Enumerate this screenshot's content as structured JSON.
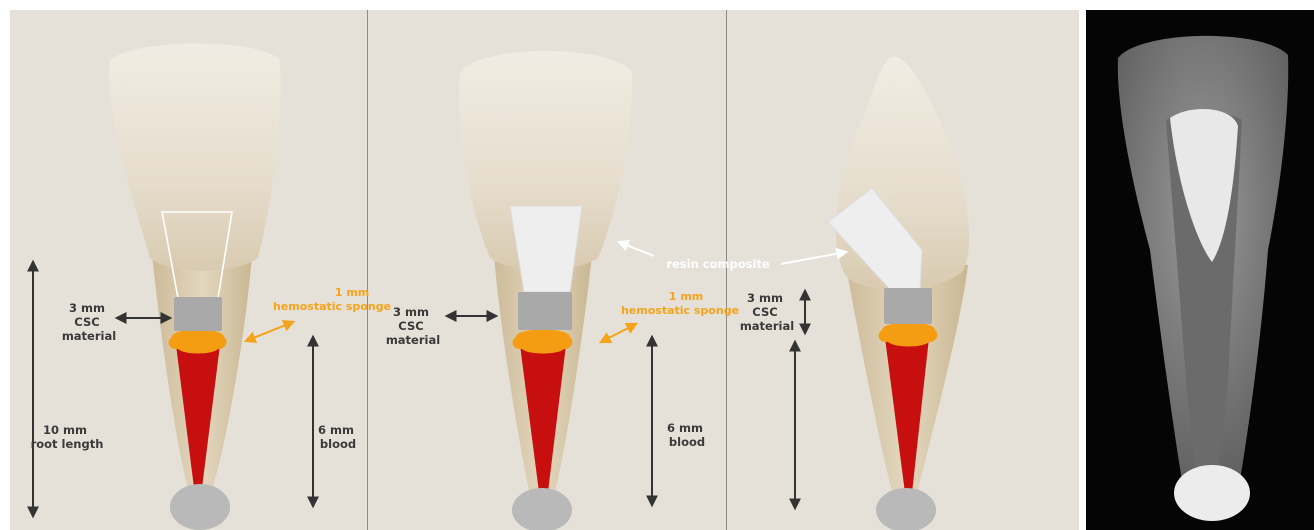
{
  "panels": [
    {
      "csc_label": [
        "3 mm",
        "CSC",
        "material"
      ],
      "sponge_label": [
        "1 mm",
        "hemostatic sponge"
      ],
      "root_label": [
        "10 mm",
        "root length"
      ],
      "blood_label": [
        "6 mm",
        "blood"
      ]
    },
    {
      "csc_label": [
        "3 mm",
        "CSC",
        "material"
      ],
      "sponge_label": [
        "1 mm",
        "hemostatic sponge"
      ],
      "blood_label": [
        "6 mm",
        "blood"
      ]
    },
    {
      "csc_label": [
        "3 mm",
        "CSC",
        "material"
      ]
    }
  ],
  "shared_label": "resin composite",
  "colors": {
    "panel_background": "#e5e1d8",
    "tooth_crown": "#eae3d6",
    "tooth_root": "#d8c9ac",
    "csc_material": "#a9a9a9",
    "hemostatic_sponge": "#f59d12",
    "blood": "#c80f0f",
    "resin_composite": "#eeeeee",
    "apex_cap": "#b9b9b9",
    "label_dark": "#3a3a3a",
    "label_orange": "#f5a31a",
    "label_white": "#ffffff",
    "radiograph_background": "#050505"
  }
}
